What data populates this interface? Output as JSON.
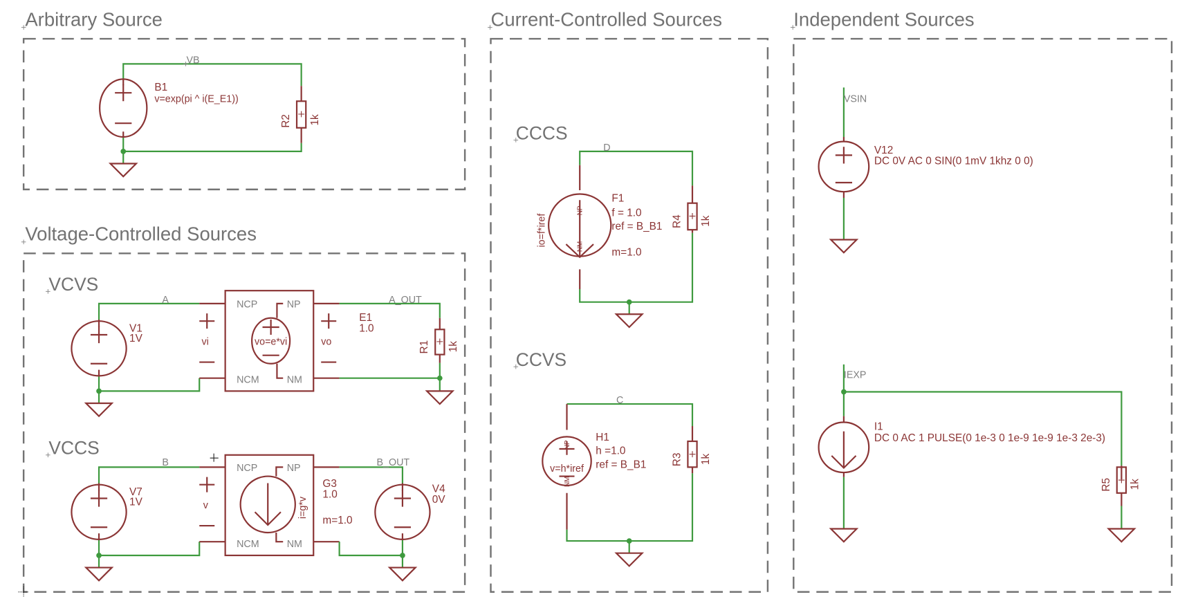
{
  "colors": {
    "wire": "#3e9a3e",
    "component": "#8b3535",
    "frame": "#737373",
    "annotation": "#727272"
  },
  "sections": {
    "arbitrary": {
      "title": "Arbitrary Source",
      "net_label": "VB",
      "source": {
        "ref": "B1",
        "value": "v=exp(pi ^ i(E_E1))"
      },
      "resistor": {
        "ref": "R2",
        "value": "1k"
      }
    },
    "voltage_controlled": {
      "title": "Voltage-Controlled Sources",
      "vcvs": {
        "title": "VCVS",
        "net_in": "A",
        "net_out": "A_OUT",
        "input_source": {
          "ref": "V1",
          "value": "1V"
        },
        "input_label": "vi",
        "output_label": "vo",
        "device": {
          "ref": "E1",
          "value": "1.0",
          "expr": "vo=e*vi",
          "pins": {
            "ncp": "NCP",
            "ncm": "NCM",
            "np": "NP",
            "nm": "NM"
          }
        },
        "resistor": {
          "ref": "R1",
          "value": "1k"
        }
      },
      "vccs": {
        "title": "VCCS",
        "net_in": "B",
        "net_out": "B_OUT",
        "input_source": {
          "ref": "V7",
          "value": "1V"
        },
        "input_label": "v",
        "device": {
          "ref": "G3",
          "value": "1.0",
          "m": "m=1.0",
          "expr": "i=g*v",
          "pins": {
            "ncp": "NCP",
            "ncm": "NCM",
            "np": "NP",
            "nm": "NM"
          }
        },
        "output_source": {
          "ref": "V4",
          "value": "0V"
        }
      }
    },
    "current_controlled": {
      "title": "Current-Controlled Sources",
      "cccs": {
        "title": "CCCS",
        "net": "D",
        "device": {
          "ref": "F1",
          "param": "f = 1.0",
          "ref_param": "ref = B_B1",
          "m": "m=1.0",
          "expr": "io=f*iref",
          "pin_np": "NP",
          "pin_nm": "NM"
        },
        "resistor": {
          "ref": "R4",
          "value": "1k"
        }
      },
      "ccvs": {
        "title": "CCVS",
        "net": "C",
        "device": {
          "ref": "H1",
          "param": "h =1.0",
          "ref_param": "ref = B_B1",
          "expr": "v=h*iref",
          "pin_np": "NP",
          "pin_nm": "NM"
        },
        "resistor": {
          "ref": "R3",
          "value": "1k"
        }
      }
    },
    "independent": {
      "title": "Independent Sources",
      "vsin": {
        "net": "VSIN",
        "source": {
          "ref": "V12",
          "value": "DC 0V AC 0 SIN(0 1mV 1khz 0 0)"
        }
      },
      "iexp": {
        "net": "IEXP",
        "source": {
          "ref": "I1",
          "value": "DC 0 AC 1 PULSE(0 1e-3 0 1e-9 1e-9 1e-3 2e-3)"
        },
        "resistor": {
          "ref": "R5",
          "value": "1k"
        }
      }
    }
  }
}
